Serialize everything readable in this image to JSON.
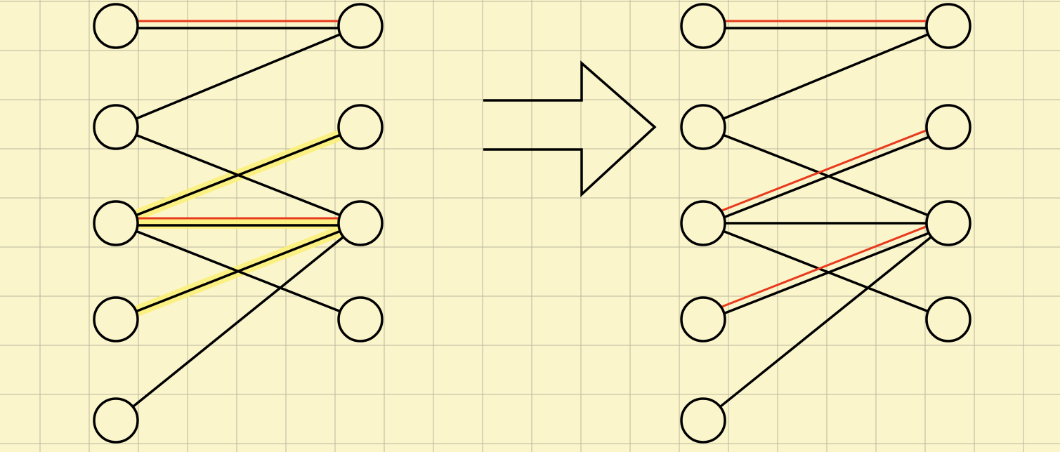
{
  "diagram": {
    "type": "bipartite-matching-augmentation",
    "colors": {
      "background": "#fbf5cc",
      "grid": "#b9b69d",
      "edge": "#000000",
      "matching_edge": "#e83a1c",
      "augmenting_path_highlight": "#fbf07a"
    },
    "graphs": [
      {
        "id": "before",
        "left_nodes": [
          "L1",
          "L2",
          "L3",
          "L4",
          "L5"
        ],
        "right_nodes": [
          "R1",
          "R2",
          "R3",
          "R4"
        ],
        "edges": [
          [
            "L1",
            "R1"
          ],
          [
            "L2",
            "R1"
          ],
          [
            "L2",
            "R3"
          ],
          [
            "L3",
            "R2"
          ],
          [
            "L3",
            "R3"
          ],
          [
            "L3",
            "R4"
          ],
          [
            "L4",
            "R3"
          ],
          [
            "L5",
            "R3"
          ]
        ],
        "matching": [
          [
            "L1",
            "R1"
          ],
          [
            "L3",
            "R3"
          ]
        ],
        "augmenting_path": [
          [
            "L4",
            "R3"
          ],
          [
            "R3",
            "L3"
          ],
          [
            "L3",
            "R2"
          ]
        ]
      },
      {
        "id": "after",
        "left_nodes": [
          "L1",
          "L2",
          "L3",
          "L4",
          "L5"
        ],
        "right_nodes": [
          "R1",
          "R2",
          "R3",
          "R4"
        ],
        "edges": [
          [
            "L1",
            "R1"
          ],
          [
            "L2",
            "R1"
          ],
          [
            "L2",
            "R3"
          ],
          [
            "L3",
            "R2"
          ],
          [
            "L3",
            "R3"
          ],
          [
            "L3",
            "R4"
          ],
          [
            "L4",
            "R3"
          ],
          [
            "L5",
            "R3"
          ]
        ],
        "matching": [
          [
            "L1",
            "R1"
          ],
          [
            "L3",
            "R2"
          ],
          [
            "L4",
            "R3"
          ]
        ],
        "augmenting_path": []
      }
    ],
    "transition_icon": "right-arrow-icon"
  }
}
